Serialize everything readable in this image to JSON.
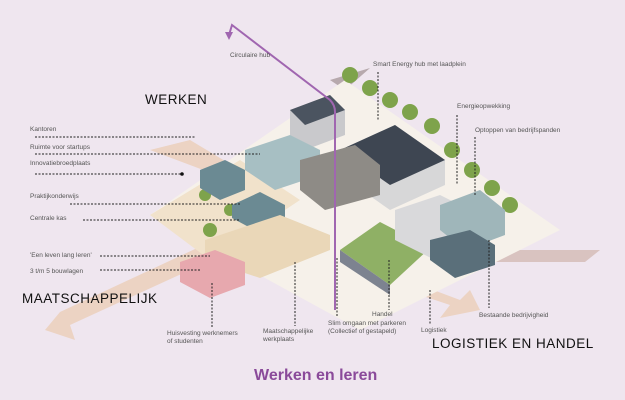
{
  "title": "Werken en leren",
  "sections": {
    "werken": "WERKEN",
    "maatschappelijk": "MAATSCHAPPELIJK",
    "logistiek": "LOGISTIEK EN HANDEL"
  },
  "labels": {
    "kantoren": "Kantoren",
    "startups": "Ruimte voor startups",
    "innovatie": "Innovatiebroedplaats",
    "praktijk": "Praktijkonderwijs",
    "kas": "Centrale kas",
    "leven": "'Een leven lang leren'",
    "bouwlagen": "3 t/m 5 bouwlagen",
    "huisvesting": "Huisvesting werknemers\nof studenten",
    "werkplaats": "Maatschappelijke\nwerkplaats",
    "handel": "Handel",
    "parkeren": "Slim omgaan met parkeren\n(Collectief of gestapeld)",
    "logistiek": "Logistiek",
    "bestaand": "Bestaande bedrijvigheid",
    "circulair": "Circulaire hub",
    "energyhub": "Smart Energy hub met laadplein",
    "energie": "Energieopwekking",
    "optoppen": "Optoppen van bedrijfspanden"
  },
  "colors": {
    "background": "#efe6ef",
    "accent": "#8a4a9a"
  }
}
